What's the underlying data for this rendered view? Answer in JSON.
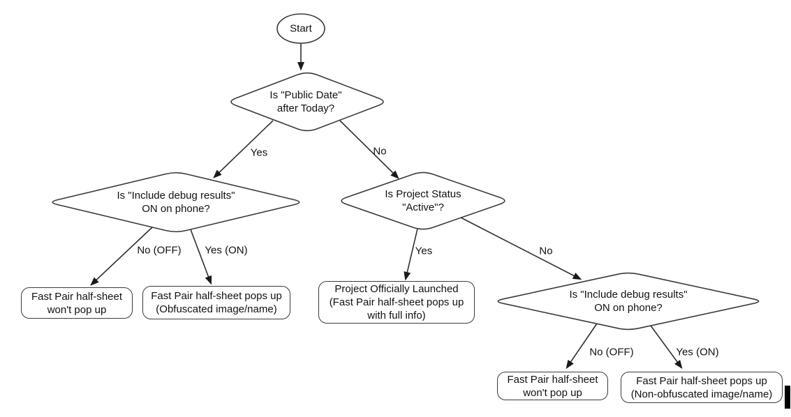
{
  "diagram": {
    "nodes": {
      "start": "Start",
      "decision_public_date": "Is \"Public Date\"\nafter Today?",
      "decision_debug_left": "Is \"Include debug results\"\nON on phone?",
      "decision_project_status": "Is Project Status\n\"Active\"?",
      "decision_debug_right": "Is \"Include debug results\"\nON on phone?",
      "result_wont_popup_left": "Fast Pair half-sheet\nwon't pop up",
      "result_obfuscated": "Fast Pair half-sheet pops up\n(Obfuscated image/name)",
      "result_launched": "Project Officially Launched\n(Fast Pair half-sheet pops up\nwith full info)",
      "result_wont_popup_right": "Fast Pair half-sheet\nwon't pop up",
      "result_non_obfuscated": "Fast Pair half-sheet pops up\n(Non-obfuscated image/name)"
    },
    "edge_labels": {
      "yes_top": "Yes",
      "no_top": "No",
      "no_off_left": "No (OFF)",
      "yes_on_left": "Yes (ON)",
      "yes_status": "Yes",
      "no_status": "No",
      "no_off_right": "No (OFF)",
      "yes_on_right": "Yes (ON)"
    },
    "colors": {
      "stroke": "#3a3a3a",
      "text": "#111111",
      "node_fill": "#ffffff",
      "cursor": "#000000"
    }
  }
}
